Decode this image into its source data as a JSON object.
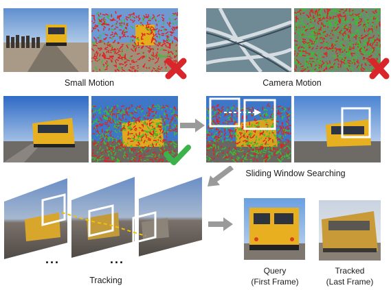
{
  "labels": {
    "small_motion": "Small Motion",
    "camera_motion": "Camera Motion",
    "sliding_window": "Sliding Window Searching",
    "tracking": "Tracking",
    "query_line1": "Query",
    "query_line2": "(First Frame)",
    "tracked_line1": "Tracked",
    "tracked_line2": "(Last Frame)"
  },
  "ellipsis": "...",
  "colors": {
    "reject": "#d8262b",
    "accept": "#3cb34a",
    "arrow": "#9a9a9a",
    "flow_red": "#e02020",
    "flow_green": "#38c030",
    "window": "#ffffff",
    "trajectory": "#f2c200"
  }
}
